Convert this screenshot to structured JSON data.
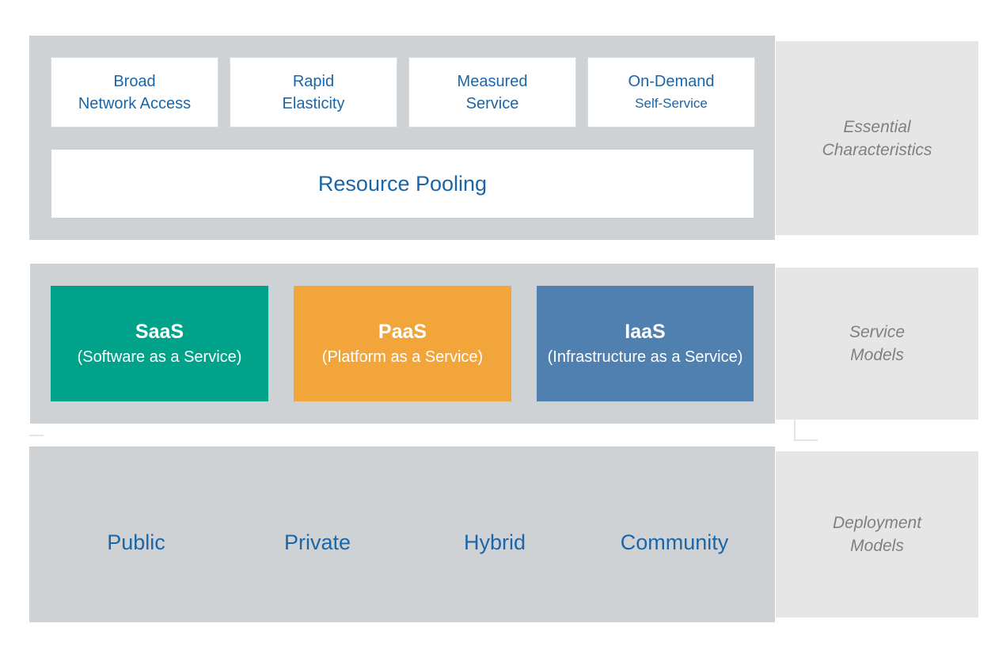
{
  "essential": {
    "label_line1": "Essential",
    "label_line2": "Characteristics",
    "items": [
      {
        "line1": "Broad",
        "line2": "Network Access"
      },
      {
        "line1": "Rapid",
        "line2": "Elasticity"
      },
      {
        "line1": "Measured",
        "line2": "Service"
      },
      {
        "line1": "On-Demand",
        "line2": "Self-Service"
      }
    ],
    "pooling": "Resource Pooling"
  },
  "service": {
    "label_line1": "Service",
    "label_line2": "Models",
    "models": [
      {
        "name": "SaaS",
        "desc": "(Software as a Service)",
        "color": "#00a389"
      },
      {
        "name": "PaaS",
        "desc": "(Platform as a Service)",
        "color": "#f2a53a"
      },
      {
        "name": "IaaS",
        "desc": "(Infrastructure as a Service)",
        "color": "#4f80b0"
      }
    ]
  },
  "deployment": {
    "label_line1": "Deployment",
    "label_line2": "Models",
    "models": [
      "Public",
      "Private",
      "Hybrid",
      "Community"
    ]
  }
}
